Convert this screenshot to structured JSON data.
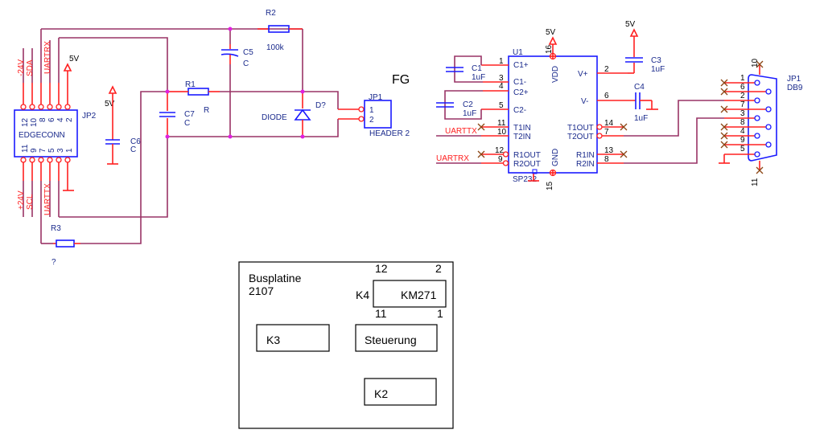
{
  "title_fg": "FG",
  "jp2": {
    "ref": "JP2",
    "name": "EDGECONN",
    "top_pins": [
      "12",
      "10",
      "8",
      "6",
      "4",
      "2"
    ],
    "bottom_pins": [
      "11",
      "9",
      "7",
      "5",
      "3",
      "1"
    ],
    "top_nets": [
      "-24V",
      "SDA",
      "UARTRX"
    ],
    "bottom_nets": [
      "+24V",
      "SCL",
      "UARTTX"
    ],
    "supply": "5V"
  },
  "c6": {
    "ref": "C6",
    "value": "C",
    "supply": "5V"
  },
  "c7": {
    "ref": "C7",
    "value": "C"
  },
  "c5": {
    "ref": "C5",
    "value": "C"
  },
  "r1": {
    "ref": "R1",
    "value": "R"
  },
  "r2": {
    "ref": "R2",
    "value": "100k"
  },
  "r3": {
    "ref": "R3",
    "value": "?"
  },
  "diode": {
    "ref": "D?",
    "value": "DIODE"
  },
  "jp1_header": {
    "ref": "JP1",
    "value": "HEADER 2",
    "pins": [
      "1",
      "2"
    ]
  },
  "u1": {
    "ref": "U1",
    "name": "SP232",
    "supply": "5V",
    "left_pins": [
      {
        "num": "1",
        "name": "C1+"
      },
      {
        "num": "3",
        "name": "C1-"
      },
      {
        "num": "4",
        "name": "C2+"
      },
      {
        "num": "5",
        "name": "C2-"
      },
      {
        "num": "11",
        "name": "T1IN"
      },
      {
        "num": "10",
        "name": "T2IN"
      },
      {
        "num": "12",
        "name": "R1OUT"
      },
      {
        "num": "9",
        "name": "R2OUT"
      }
    ],
    "right_pins": [
      {
        "num": "2",
        "name": "V+"
      },
      {
        "num": "6",
        "name": "V-"
      },
      {
        "num": "14",
        "name": "T1OUT"
      },
      {
        "num": "7",
        "name": "T2OUT"
      },
      {
        "num": "13",
        "name": "R1IN"
      },
      {
        "num": "8",
        "name": "R2IN"
      }
    ],
    "top_pin": {
      "num": "16",
      "name": "VDD"
    },
    "bottom_pin": {
      "num": "15",
      "name": "GND"
    },
    "net_tx": "UARTTX",
    "net_rx": "UARTRX"
  },
  "c1": {
    "ref": "C1",
    "value": "1uF"
  },
  "c2": {
    "ref": "C2",
    "value": "1uF"
  },
  "c3": {
    "ref": "C3",
    "value": "1uF",
    "supply": "5V"
  },
  "c4": {
    "ref": "C4",
    "value": "1uF"
  },
  "db9": {
    "ref": "JP1",
    "name": "DB9",
    "pins": [
      "1",
      "6",
      "2",
      "7",
      "3",
      "8",
      "4",
      "9",
      "5"
    ],
    "shell_top": "10",
    "shell_bottom": "11"
  },
  "board": {
    "title_line1": "Busplatine",
    "title_line2": "2107",
    "k4_label": "K4",
    "k4_name": "KM271",
    "k4_pins": {
      "tl": "12",
      "tr": "2",
      "bl": "11",
      "br": "1"
    },
    "k3": "K3",
    "steuerung": "Steuerung",
    "k2": "K2"
  }
}
